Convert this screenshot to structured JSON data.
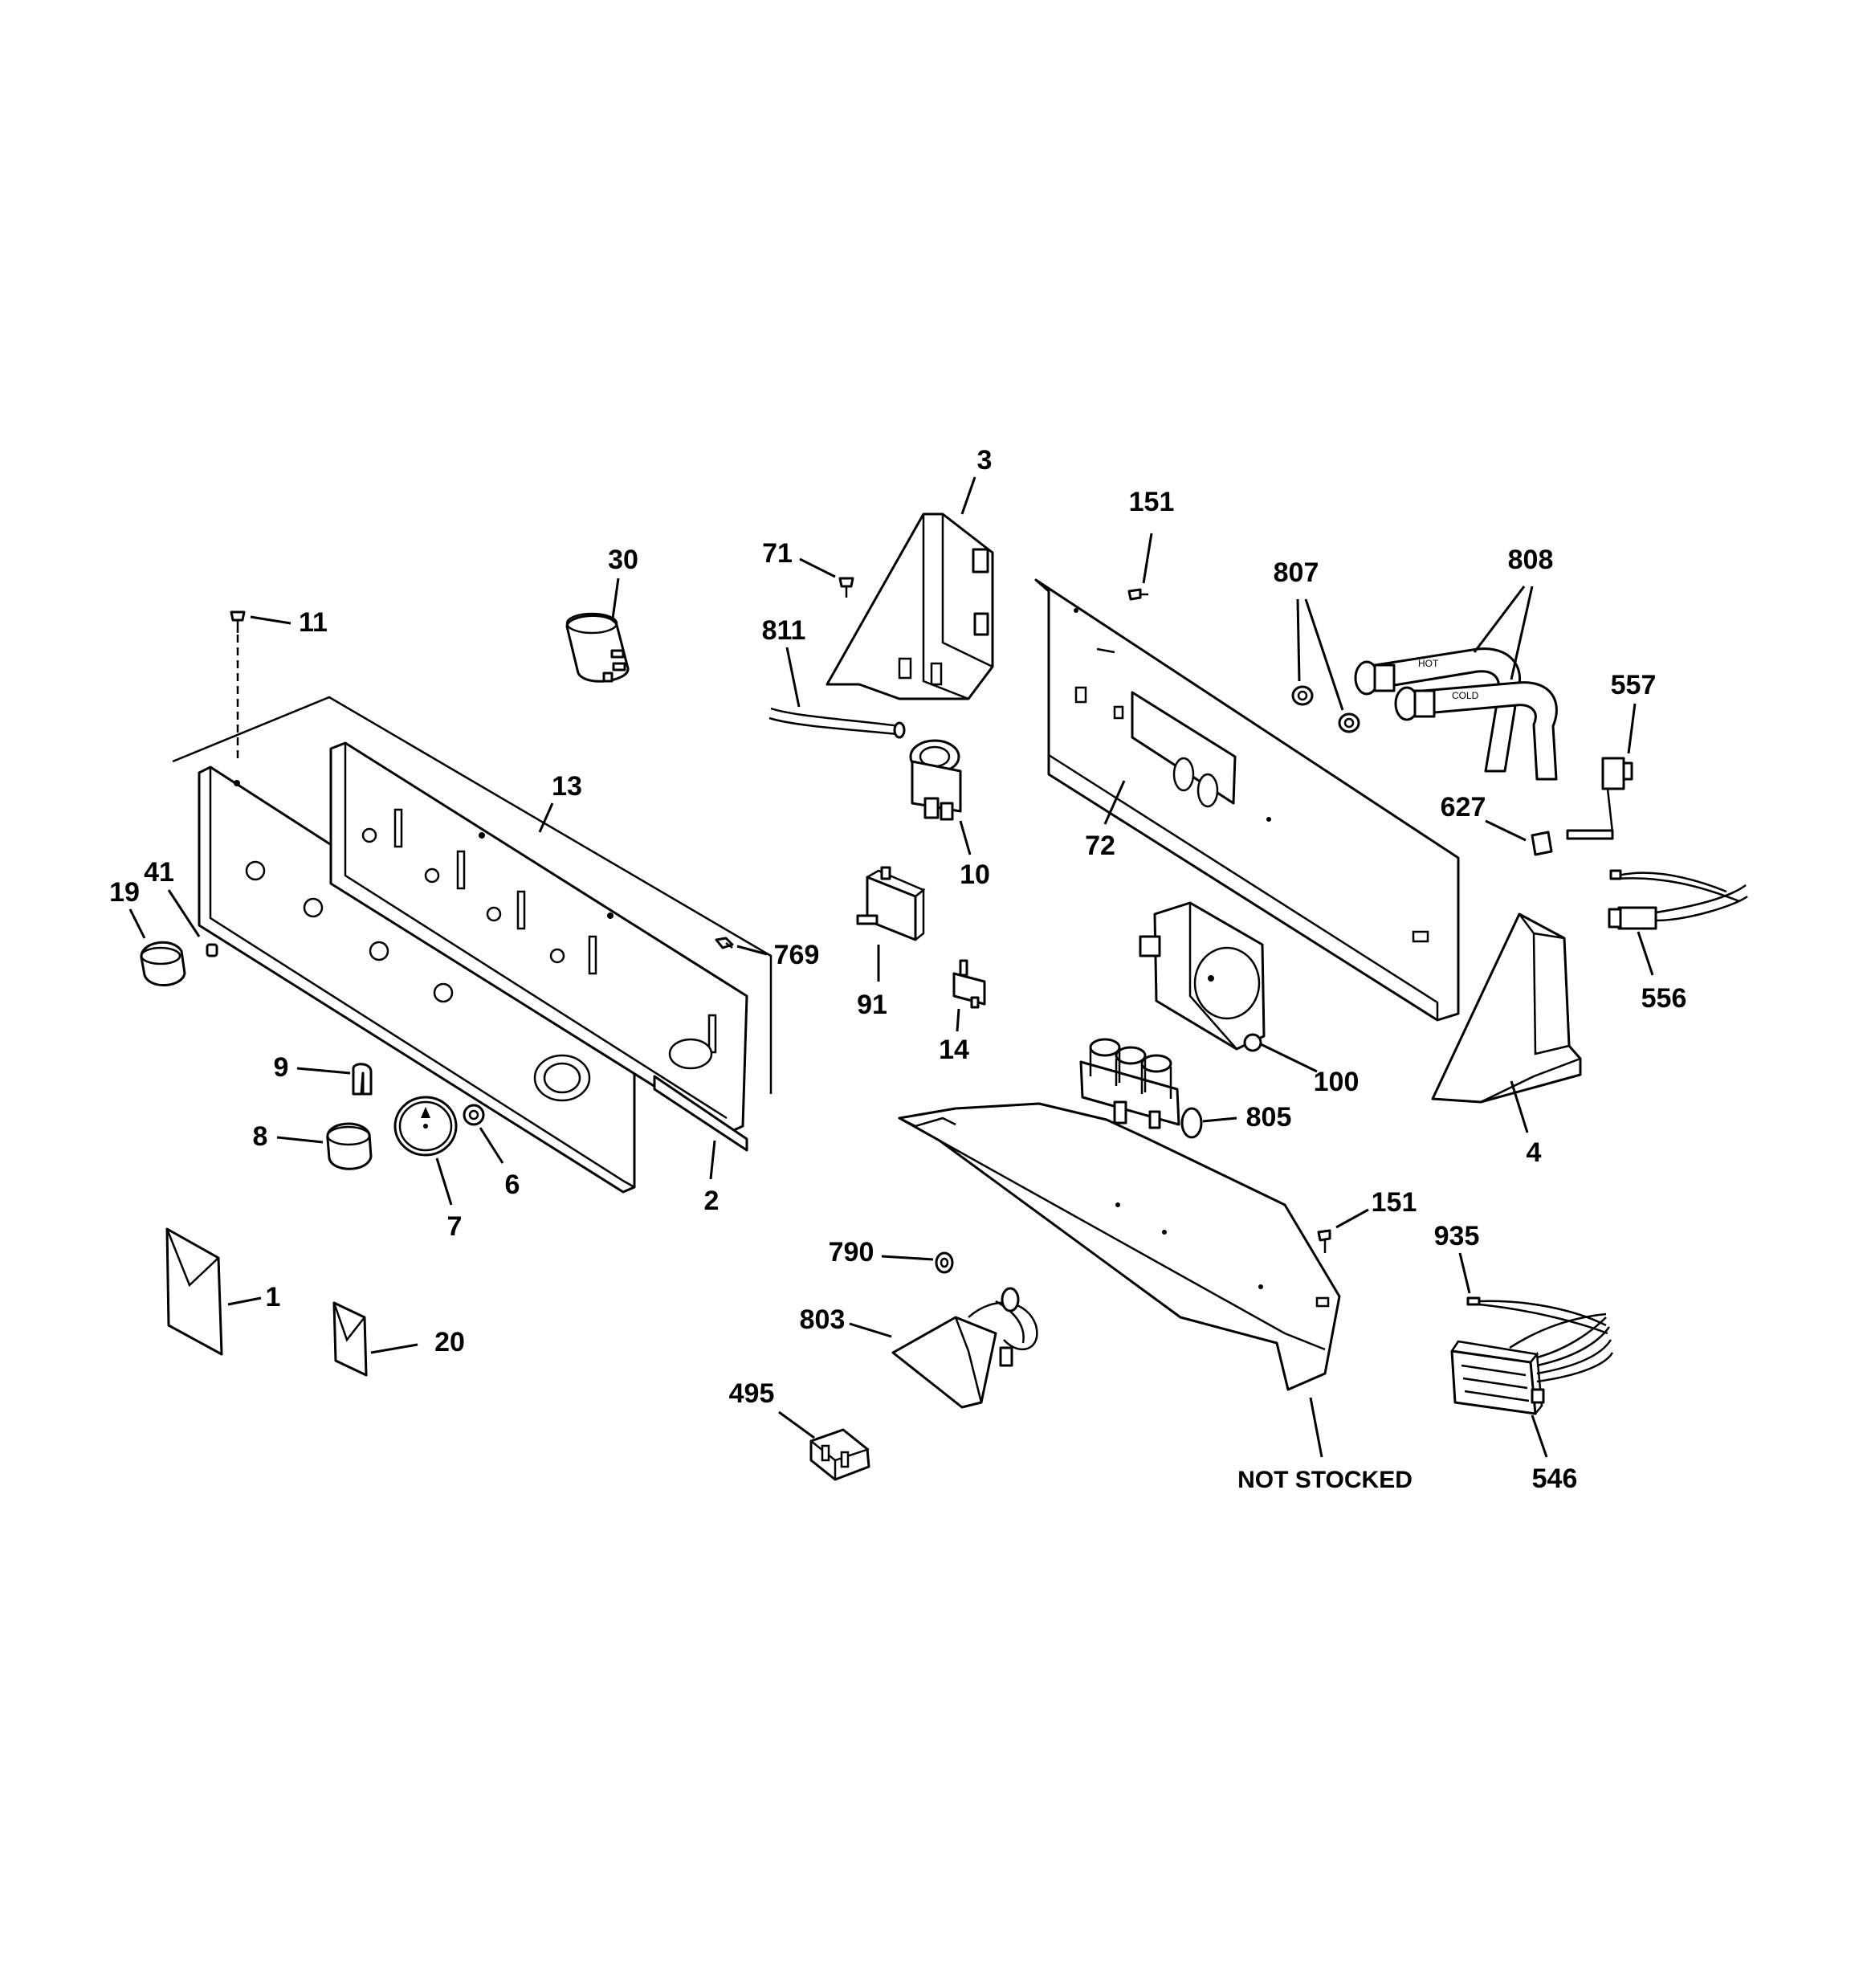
{
  "diagram": {
    "callouts": {
      "c1": "1",
      "c2": "2",
      "c3": "3",
      "c4": "4",
      "c6": "6",
      "c7": "7",
      "c8": "8",
      "c9": "9",
      "c10": "10",
      "c11": "11",
      "c13": "13",
      "c14": "14",
      "c19": "19",
      "c20": "20",
      "c30": "30",
      "c41": "41",
      "c71": "71",
      "c72": "72",
      "c91": "91",
      "c100": "100",
      "c151a": "151",
      "c151b": "151",
      "c495": "495",
      "c546": "546",
      "c556": "556",
      "c557": "557",
      "c627": "627",
      "c769": "769",
      "c790": "790",
      "c803": "803",
      "c805": "805",
      "c807": "807",
      "c808": "808",
      "c811": "811",
      "c935": "935",
      "not_stocked": "NOT STOCKED"
    },
    "hose_labels": {
      "hot": "HOT",
      "cold": "COLD"
    }
  }
}
